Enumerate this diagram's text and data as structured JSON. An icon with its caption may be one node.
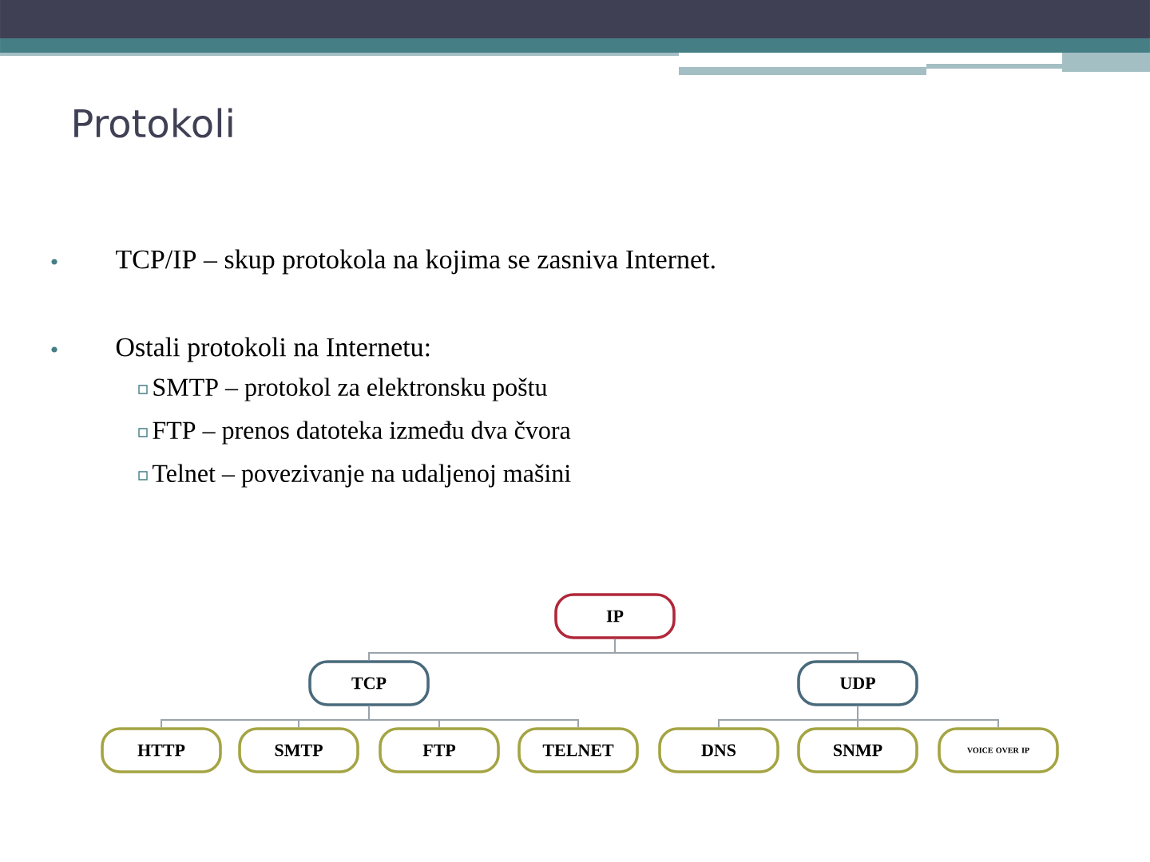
{
  "diagram": {
    "title": "Protokoli",
    "nodes": [
      {
        "text": [
          "IP"
        ]
      },
      {
        "text": [
          "TCP"
        ]
      },
      {
        "text": [
          "UDP"
        ]
      },
      {
        "text": [
          "HTTP"
        ]
      },
      {
        "text": [
          "SMTP"
        ]
      },
      {
        "text": [
          "FTP"
        ]
      },
      {
        "text": [
          "TELNET"
        ]
      },
      {
        "text": [
          "DNS"
        ]
      },
      {
        "text": [
          "SNMP"
        ]
      },
      {
        "text": [
          "VOICE OVER IP"
        ]
      }
    ],
    "edges": [
      {
        "from": 0,
        "to": 1,
        "arrow": "none"
      },
      {
        "from": 0,
        "to": 2,
        "arrow": "none"
      },
      {
        "from": 1,
        "to": 3,
        "arrow": "none"
      },
      {
        "from": 1,
        "to": 4,
        "arrow": "none"
      },
      {
        "from": 1,
        "to": 5,
        "arrow": "none"
      },
      {
        "from": 1,
        "to": 6,
        "arrow": "none"
      },
      {
        "from": 2,
        "to": 7,
        "arrow": "none"
      },
      {
        "from": 2,
        "to": 8,
        "arrow": "none"
      },
      {
        "from": 2,
        "to": 9,
        "arrow": "none"
      }
    ],
    "labels": [
      "TCP/IP – skup protokola na kojima se zasniva Internet.",
      "Ostali protokoli na Internetu:",
      "SMTP – protokol za elektronsku poštu",
      "FTP – prenos datoteka između dva čvora",
      "Telnet – povezivanje na udaljenoj mašini"
    ]
  }
}
